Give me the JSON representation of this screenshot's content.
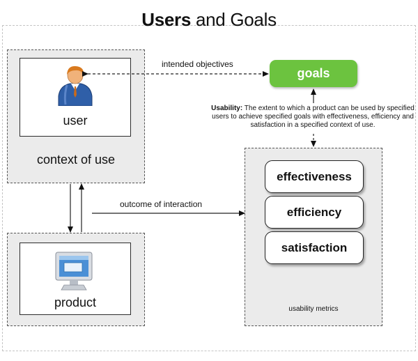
{
  "title": {
    "bold": "Users",
    "rest": " and Goals"
  },
  "context": {
    "user_label": "user",
    "context_label": "context of use"
  },
  "product": {
    "label": "product"
  },
  "goals": {
    "label": "goals"
  },
  "connectors": {
    "intended_objectives": "intended objectives",
    "outcome_of_interaction": "outcome of interaction"
  },
  "usability_definition": {
    "prefix": "Usability:",
    "text": " The extent to which a product can be used by specified users to achieve specified goals with effectiveness, efficiency and satisfaction in a specified context of use."
  },
  "metrics": {
    "items": [
      "effectiveness",
      "efficiency",
      "satisfaction"
    ],
    "caption": "usability metrics"
  },
  "icons": {
    "user": "user-person-icon",
    "product": "computer-monitor-icon"
  },
  "colors": {
    "goals_fill": "#6cc33f",
    "panel_fill": "#ebebeb"
  }
}
